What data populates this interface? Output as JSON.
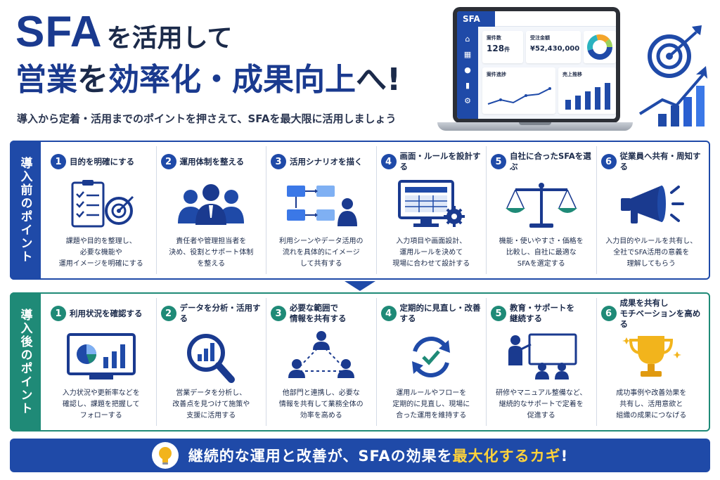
{
  "header": {
    "title_sfa": "SFA",
    "title_line1_rest": "を活用して",
    "title_line2_a": "営業",
    "title_line2_b": "を",
    "title_line2_c": "効率化・成果向上",
    "title_line2_d": "へ!",
    "subtitle": "導入から定着・活用までのポイントを押さえて、SFAを最大限に活用しましょう"
  },
  "laptop": {
    "brand": "SFA",
    "cards": [
      {
        "label": "案件数",
        "value": "128",
        "unit": "件"
      },
      {
        "label": "受注金額",
        "value": "¥52,430,000"
      },
      {
        "label": "案件進捗"
      },
      {
        "label": "売上推移"
      }
    ]
  },
  "before": {
    "label": "導入前のポイント",
    "items": [
      {
        "num": "1",
        "title": "目的を明確にする",
        "icon": "checklist-target-icon",
        "desc": "課題や目的を整理し、\n必要な機能や\n運用イメージを明確にする"
      },
      {
        "num": "2",
        "title": "運用体制を整える",
        "icon": "team-icon",
        "desc": "責任者や管理担当者を\n決め、役割とサポート体制\nを整える"
      },
      {
        "num": "3",
        "title": "活用シナリオを描く",
        "icon": "flow-person-icon",
        "desc": "利用シーンやデータ活用の\n流れを具体的にイメージ\nして共有する"
      },
      {
        "num": "4",
        "title": "画面・ルールを設計する",
        "icon": "screen-gear-icon",
        "desc": "入力項目や画面設計、\n運用ルールを決めて\n現場に合わせて設計する"
      },
      {
        "num": "5",
        "title": "自社に合ったSFAを選ぶ",
        "icon": "balance-scale-icon",
        "desc": "機能・使いやすさ・価格を\n比較し、自社に最適な\nSFAを選定する"
      },
      {
        "num": "6",
        "title": "従業員へ共有・周知する",
        "icon": "megaphone-icon",
        "desc": "入力目的やルールを共有し、\n全社でSFA活用の意義を\n理解してもらう"
      }
    ]
  },
  "after": {
    "label": "導入後のポイント",
    "items": [
      {
        "num": "1",
        "title": "利用状況を確認する",
        "icon": "dashboard-icon",
        "desc": "入力状況や更新率などを\n確認し、課題を把握して\nフォローする"
      },
      {
        "num": "2",
        "title": "データを分析・活用する",
        "icon": "magnifier-chart-icon",
        "desc": "営業データを分析し、\n改善点を見つけて施策や\n支援に活用する"
      },
      {
        "num": "3",
        "title": "必要な範囲で\n情報を共有する",
        "icon": "network-people-icon",
        "desc": "他部門と連携し、必要な\n情報を共有して業務全体の\n効率を高める"
      },
      {
        "num": "4",
        "title": "定期的に見直し・改善する",
        "icon": "cycle-check-icon",
        "desc": "運用ルールやフローを\n定期的に見直し、現場に\n合った運用を維持する"
      },
      {
        "num": "5",
        "title": "教育・サポートを\n継続する",
        "icon": "training-icon",
        "desc": "研修やマニュアル整備など、\n継続的なサポートで定着を\n促進する"
      },
      {
        "num": "6",
        "title": "成果を共有し\nモチベーションを高める",
        "icon": "trophy-icon",
        "desc": "成功事例や改善効果を\n共有し、活用意欲と\n組織の成果につなげる"
      }
    ]
  },
  "footer": {
    "text_a": "継続的な運用と改善が、SFAの効果を",
    "text_highlight": "最大化するカギ",
    "text_b": "!",
    "icon": "lightbulb-icon"
  },
  "colors": {
    "primary": "#1f4aa8",
    "teal": "#1f8a77",
    "highlight": "#ffd23a",
    "icon_blue": "#1a3a8f"
  }
}
